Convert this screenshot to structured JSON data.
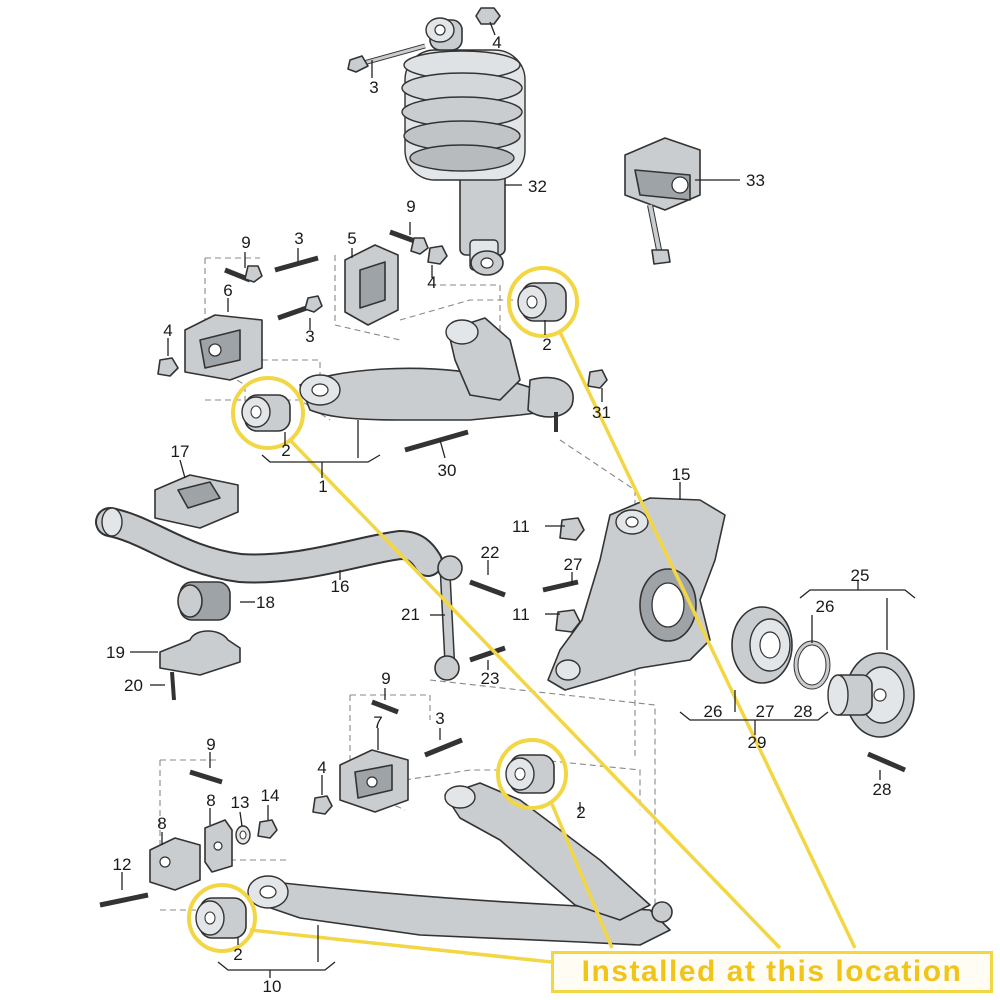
{
  "callout": {
    "text": "Installed at this location"
  },
  "labels": {
    "p1": "1",
    "p2": "2",
    "p3": "3",
    "p4": "4",
    "p5": "5",
    "p6": "6",
    "p7": "7",
    "p8": "8",
    "p9": "9",
    "p10": "10",
    "p11": "11",
    "p12": "12",
    "p13": "13",
    "p14": "14",
    "p15": "15",
    "p16": "16",
    "p17": "17",
    "p18": "18",
    "p19": "19",
    "p20": "20",
    "p21": "21",
    "p22": "22",
    "p23": "23",
    "p25": "25",
    "p26": "26",
    "p27": "27",
    "p28": "28",
    "p29": "29",
    "p30": "30",
    "p31": "31",
    "p32": "32",
    "p33": "33"
  },
  "colors": {
    "highlight": "#f2d644",
    "callout_text": "#f0c419"
  }
}
